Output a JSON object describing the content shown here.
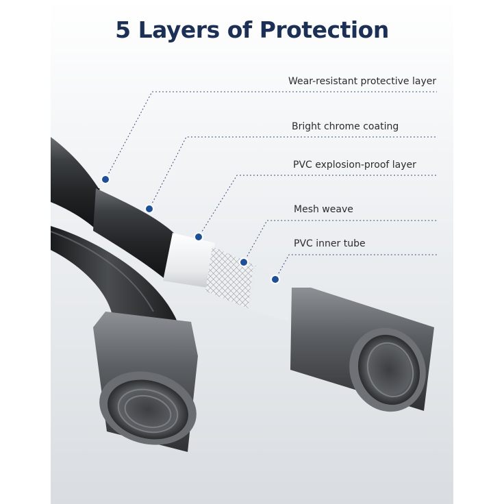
{
  "title": "5 Layers of Protection",
  "colors": {
    "title": "#1c2f55",
    "marker": "#1e4f96",
    "leader_line": "#2e4d7a",
    "background": "#eceff2"
  },
  "layers": [
    {
      "label": "Wear-resistant protective layer"
    },
    {
      "label": "Bright chrome coating"
    },
    {
      "label": "PVC explosion-proof layer"
    },
    {
      "label": "Mesh weave"
    },
    {
      "label": "PVC inner tube"
    }
  ]
}
